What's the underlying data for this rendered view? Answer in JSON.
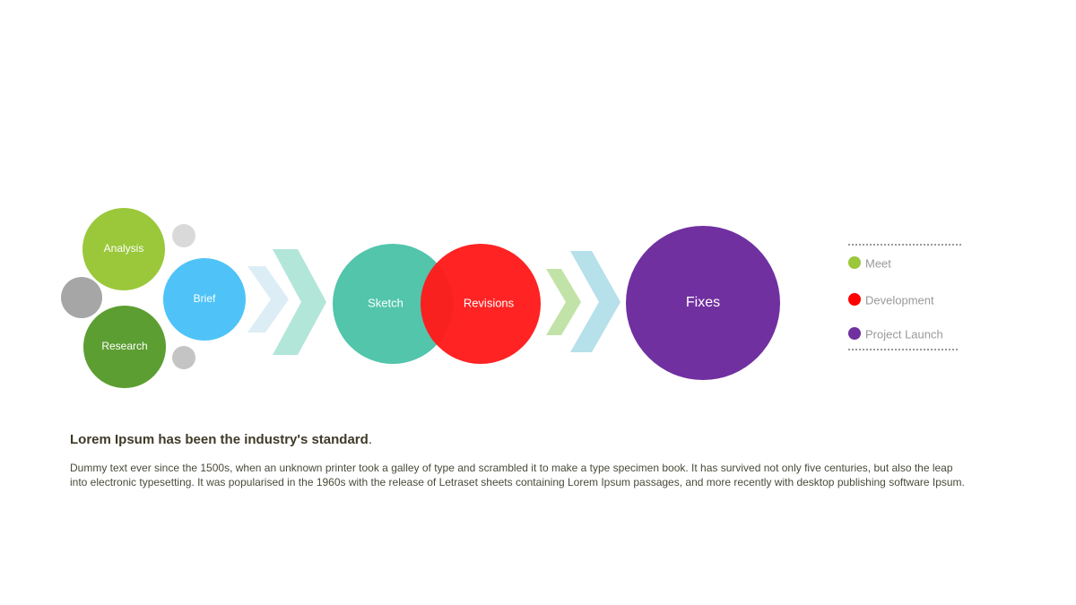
{
  "diagram": {
    "nodes": {
      "analysis": "Analysis",
      "brief": "Brief",
      "research": "Research",
      "sketch": "Sketch",
      "revisions": "Revisions",
      "fixes": "Fixes"
    },
    "colors": {
      "analysis": "#9ac83a",
      "brief": "#4fc3f7",
      "research": "#5c9e32",
      "sketch": "#52c5ab",
      "revisions": "#ff1a1a",
      "fixes": "#7030a0",
      "grey_dot": "#a6a6a6",
      "light_grey_dot": "#d3d3d3"
    }
  },
  "legend": {
    "items": [
      {
        "label": "Meet",
        "color": "#9ac83a"
      },
      {
        "label": "Development",
        "color": "#ff0000"
      },
      {
        "label": "Project Launch",
        "color": "#7030a0"
      }
    ]
  },
  "text": {
    "headline": "Lorem Ipsum has been the industry's standard",
    "headline_end": ".",
    "body": "Dummy text ever since the 1500s, when an unknown printer took a galley of type and scrambled it to make a type specimen book. It has survived not only five centuries, but also the leap into electronic typesetting. It was popularised in the 1960s with the release of Letraset sheets containing Lorem Ipsum passages, and more recently with desktop publishing software Ipsum."
  }
}
